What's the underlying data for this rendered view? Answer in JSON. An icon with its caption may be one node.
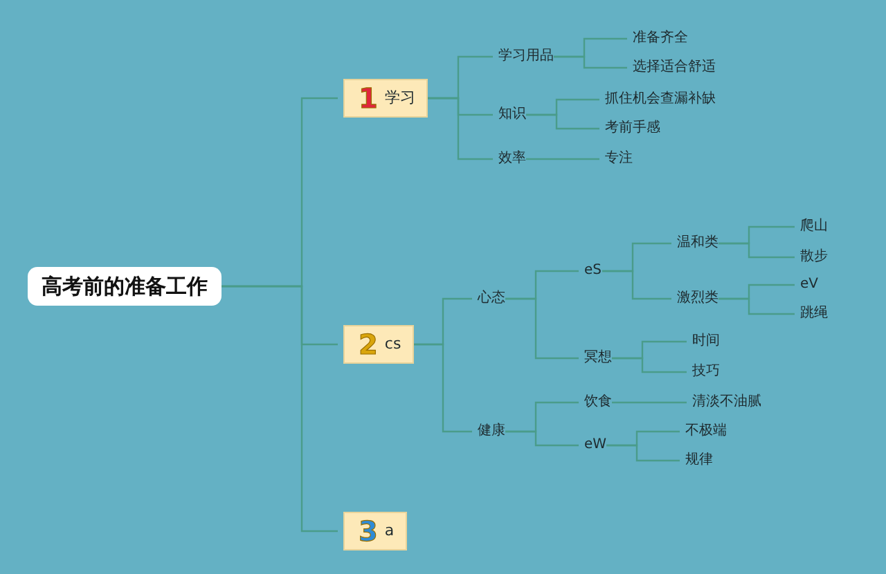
{
  "diagram": {
    "nodes": [
      {
        "text": [
          "高考前的准备工作"
        ]
      },
      {
        "text": [
          "1",
          "学习"
        ]
      },
      {
        "text": [
          "学习用品"
        ]
      },
      {
        "text": [
          "准备齐全"
        ]
      },
      {
        "text": [
          "选择适合舒适"
        ]
      },
      {
        "text": [
          "知识"
        ]
      },
      {
        "text": [
          "抓住机会查漏补缺"
        ]
      },
      {
        "text": [
          "考前手感"
        ]
      },
      {
        "text": [
          "效率"
        ]
      },
      {
        "text": [
          "专注"
        ]
      },
      {
        "text": [
          "2",
          "cs"
        ]
      },
      {
        "text": [
          "心态"
        ]
      },
      {
        "text": [
          "eS"
        ]
      },
      {
        "text": [
          "温和类"
        ]
      },
      {
        "text": [
          "爬山"
        ]
      },
      {
        "text": [
          "散步"
        ]
      },
      {
        "text": [
          "激烈类"
        ]
      },
      {
        "text": [
          "eV"
        ]
      },
      {
        "text": [
          "跳绳"
        ]
      },
      {
        "text": [
          "冥想"
        ]
      },
      {
        "text": [
          "时间"
        ]
      },
      {
        "text": [
          "技巧"
        ]
      },
      {
        "text": [
          "健康"
        ]
      },
      {
        "text": [
          "饮食"
        ]
      },
      {
        "text": [
          "清淡不油腻"
        ]
      },
      {
        "text": [
          "eW"
        ]
      },
      {
        "text": [
          "不极端"
        ]
      },
      {
        "text": [
          "规律"
        ]
      },
      {
        "text": [
          "3",
          "a"
        ]
      }
    ],
    "edges": [
      {
        "from": 0,
        "to": 1,
        "arrow": "none"
      },
      {
        "from": 1,
        "to": 2,
        "arrow": "none"
      },
      {
        "from": 2,
        "to": 3,
        "arrow": "none"
      },
      {
        "from": 2,
        "to": 4,
        "arrow": "none"
      },
      {
        "from": 1,
        "to": 5,
        "arrow": "none"
      },
      {
        "from": 5,
        "to": 6,
        "arrow": "none"
      },
      {
        "from": 5,
        "to": 7,
        "arrow": "none"
      },
      {
        "from": 1,
        "to": 8,
        "arrow": "none"
      },
      {
        "from": 8,
        "to": 9,
        "arrow": "none"
      },
      {
        "from": 0,
        "to": 10,
        "arrow": "none"
      },
      {
        "from": 10,
        "to": 11,
        "arrow": "none"
      },
      {
        "from": 11,
        "to": 12,
        "arrow": "none"
      },
      {
        "from": 12,
        "to": 13,
        "arrow": "none"
      },
      {
        "from": 13,
        "to": 14,
        "arrow": "none"
      },
      {
        "from": 13,
        "to": 15,
        "arrow": "none"
      },
      {
        "from": 12,
        "to": 16,
        "arrow": "none"
      },
      {
        "from": 16,
        "to": 17,
        "arrow": "none"
      },
      {
        "from": 16,
        "to": 18,
        "arrow": "none"
      },
      {
        "from": 11,
        "to": 19,
        "arrow": "none"
      },
      {
        "from": 19,
        "to": 20,
        "arrow": "none"
      },
      {
        "from": 19,
        "to": 21,
        "arrow": "none"
      },
      {
        "from": 10,
        "to": 22,
        "arrow": "none"
      },
      {
        "from": 22,
        "to": 23,
        "arrow": "none"
      },
      {
        "from": 23,
        "to": 24,
        "arrow": "none"
      },
      {
        "from": 22,
        "to": 25,
        "arrow": "none"
      },
      {
        "from": 25,
        "to": 26,
        "arrow": "none"
      },
      {
        "from": 25,
        "to": 27,
        "arrow": "none"
      },
      {
        "from": 0,
        "to": 28,
        "arrow": "none"
      }
    ]
  }
}
